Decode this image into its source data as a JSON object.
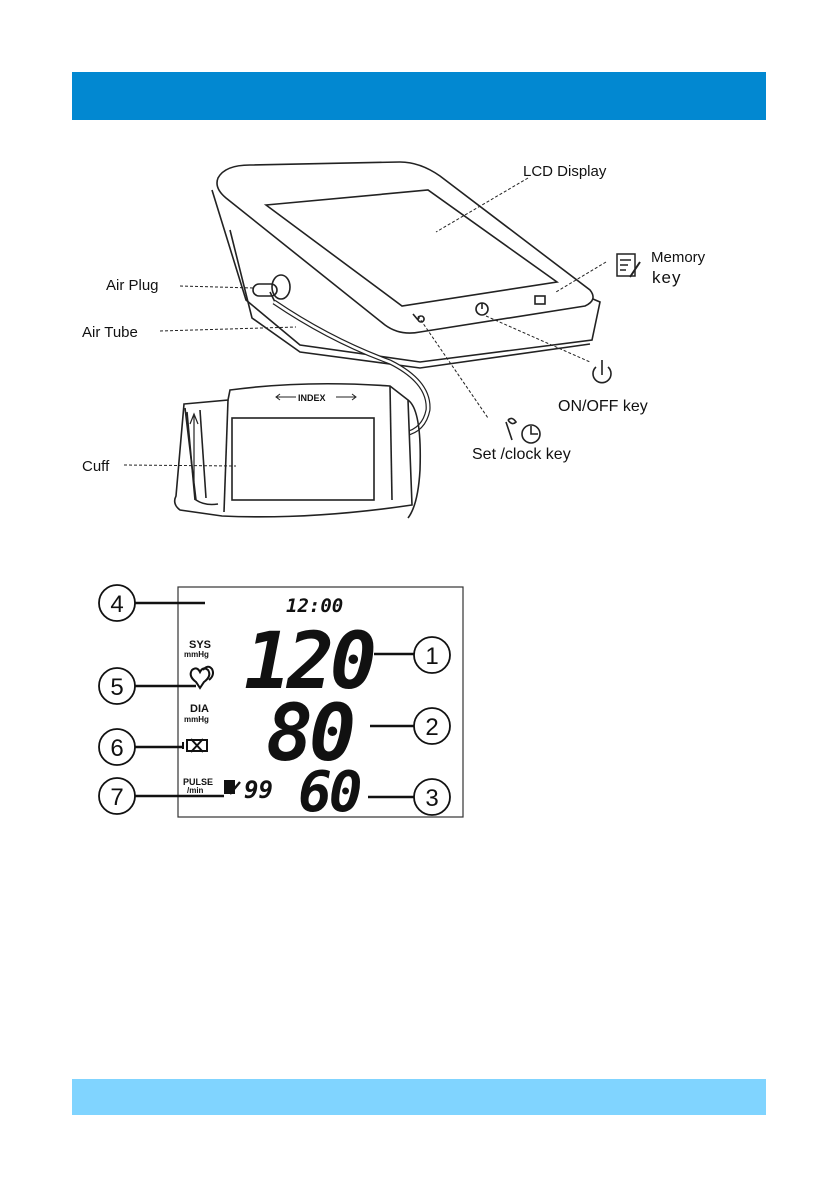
{
  "device_labels": {
    "lcd_display": "LCD Display",
    "memory": "Memory",
    "memory_key": "key",
    "air_plug": "Air Plug",
    "air_tube": "Air Tube",
    "on_off_key": "ON/OFF  key",
    "set_clock_key": "Set /clock key",
    "cuff": "Cuff",
    "index": "INDEX"
  },
  "lcd": {
    "time": "12:00",
    "sys_label": "SYS",
    "sys_unit": "mmHg",
    "dia_label": "DIA",
    "dia_unit": "mmHg",
    "pulse_label": "PULSE",
    "pulse_unit": "/min",
    "systolic": "120",
    "diastolic": "80",
    "pulse": "60",
    "memory_number": "99"
  },
  "callouts": [
    "1",
    "2",
    "3",
    "4",
    "5",
    "6",
    "7"
  ],
  "colors": {
    "top_bar": "#0288d1",
    "bottom_bar": "#80d4ff"
  }
}
